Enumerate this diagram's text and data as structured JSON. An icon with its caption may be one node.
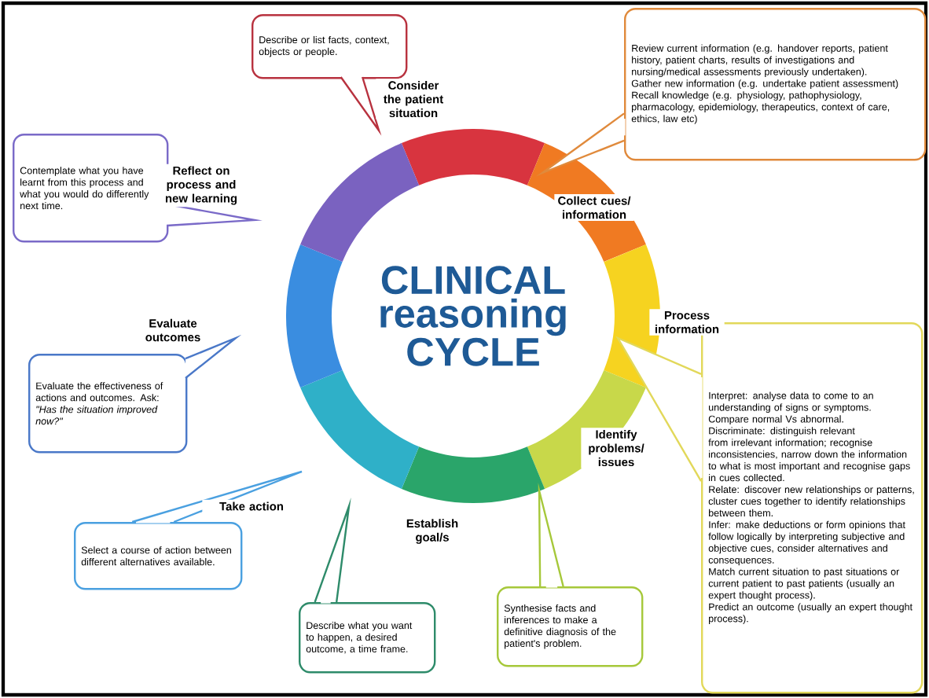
{
  "diagram": {
    "title": "CLINICAL reasoning CYCLE",
    "nodes": [
      {
        "text": [
          "Describe or list facts, context, objects or people."
        ]
      },
      {
        "text": [
          "Review current information (e.g. handover reports, patient history, patient charts, results of investigations and nursing/medical assessments previously undertaken).",
          "Gather new information (e.g. undertake patient assessment)",
          "Recall knowledge (e.g. physiology, pathophysiology, pharmacology, epidemiology, therapeutics, context of care, ethics, law etc)"
        ]
      },
      {
        "text": [
          "Interpret: analyse data to come to an understanding of signs or symptoms. Compare normal Vs abnormal.",
          "Discriminate: distinguish relevant from irrelevant information; recognise inconsistencies, narrow down the information to what is most important and recognise gaps in cues collected.",
          "Relate: discover new relationships or patterns, cluster cues together to identify relationships between them.",
          "Infer: make deductions or form opinions that follow logically by interpreting subjective and objective cues, consider alternatives and consequences.",
          "Match current situation to past situations or current patient to past patients (usually an expert thought process).",
          "Predict an outcome (usually an expert thought process)."
        ]
      },
      {
        "text": [
          "Synthesise facts and inferences to make a definitive diagnosis of the patient's problem."
        ]
      },
      {
        "text": [
          "Describe what you want to happen, a desired outcome, a time frame."
        ]
      },
      {
        "text": [
          "Select a course of action between different alternatives available."
        ]
      },
      {
        "text": [
          "Evaluate the effectiveness of actions and outcomes. Ask: *\"Has the situation improved now?\"*"
        ]
      },
      {
        "text": [
          "Contemplate what you have learnt from this process and what you would do differently next time."
        ]
      }
    ],
    "labels": [
      "Consider the patient situation",
      "Reflect on process and new learning",
      "Collect cues/ information",
      "Process information",
      "Evaluate outcomes",
      "Identify problems/ issues",
      "Take action",
      "Establish goal/s"
    ]
  }
}
